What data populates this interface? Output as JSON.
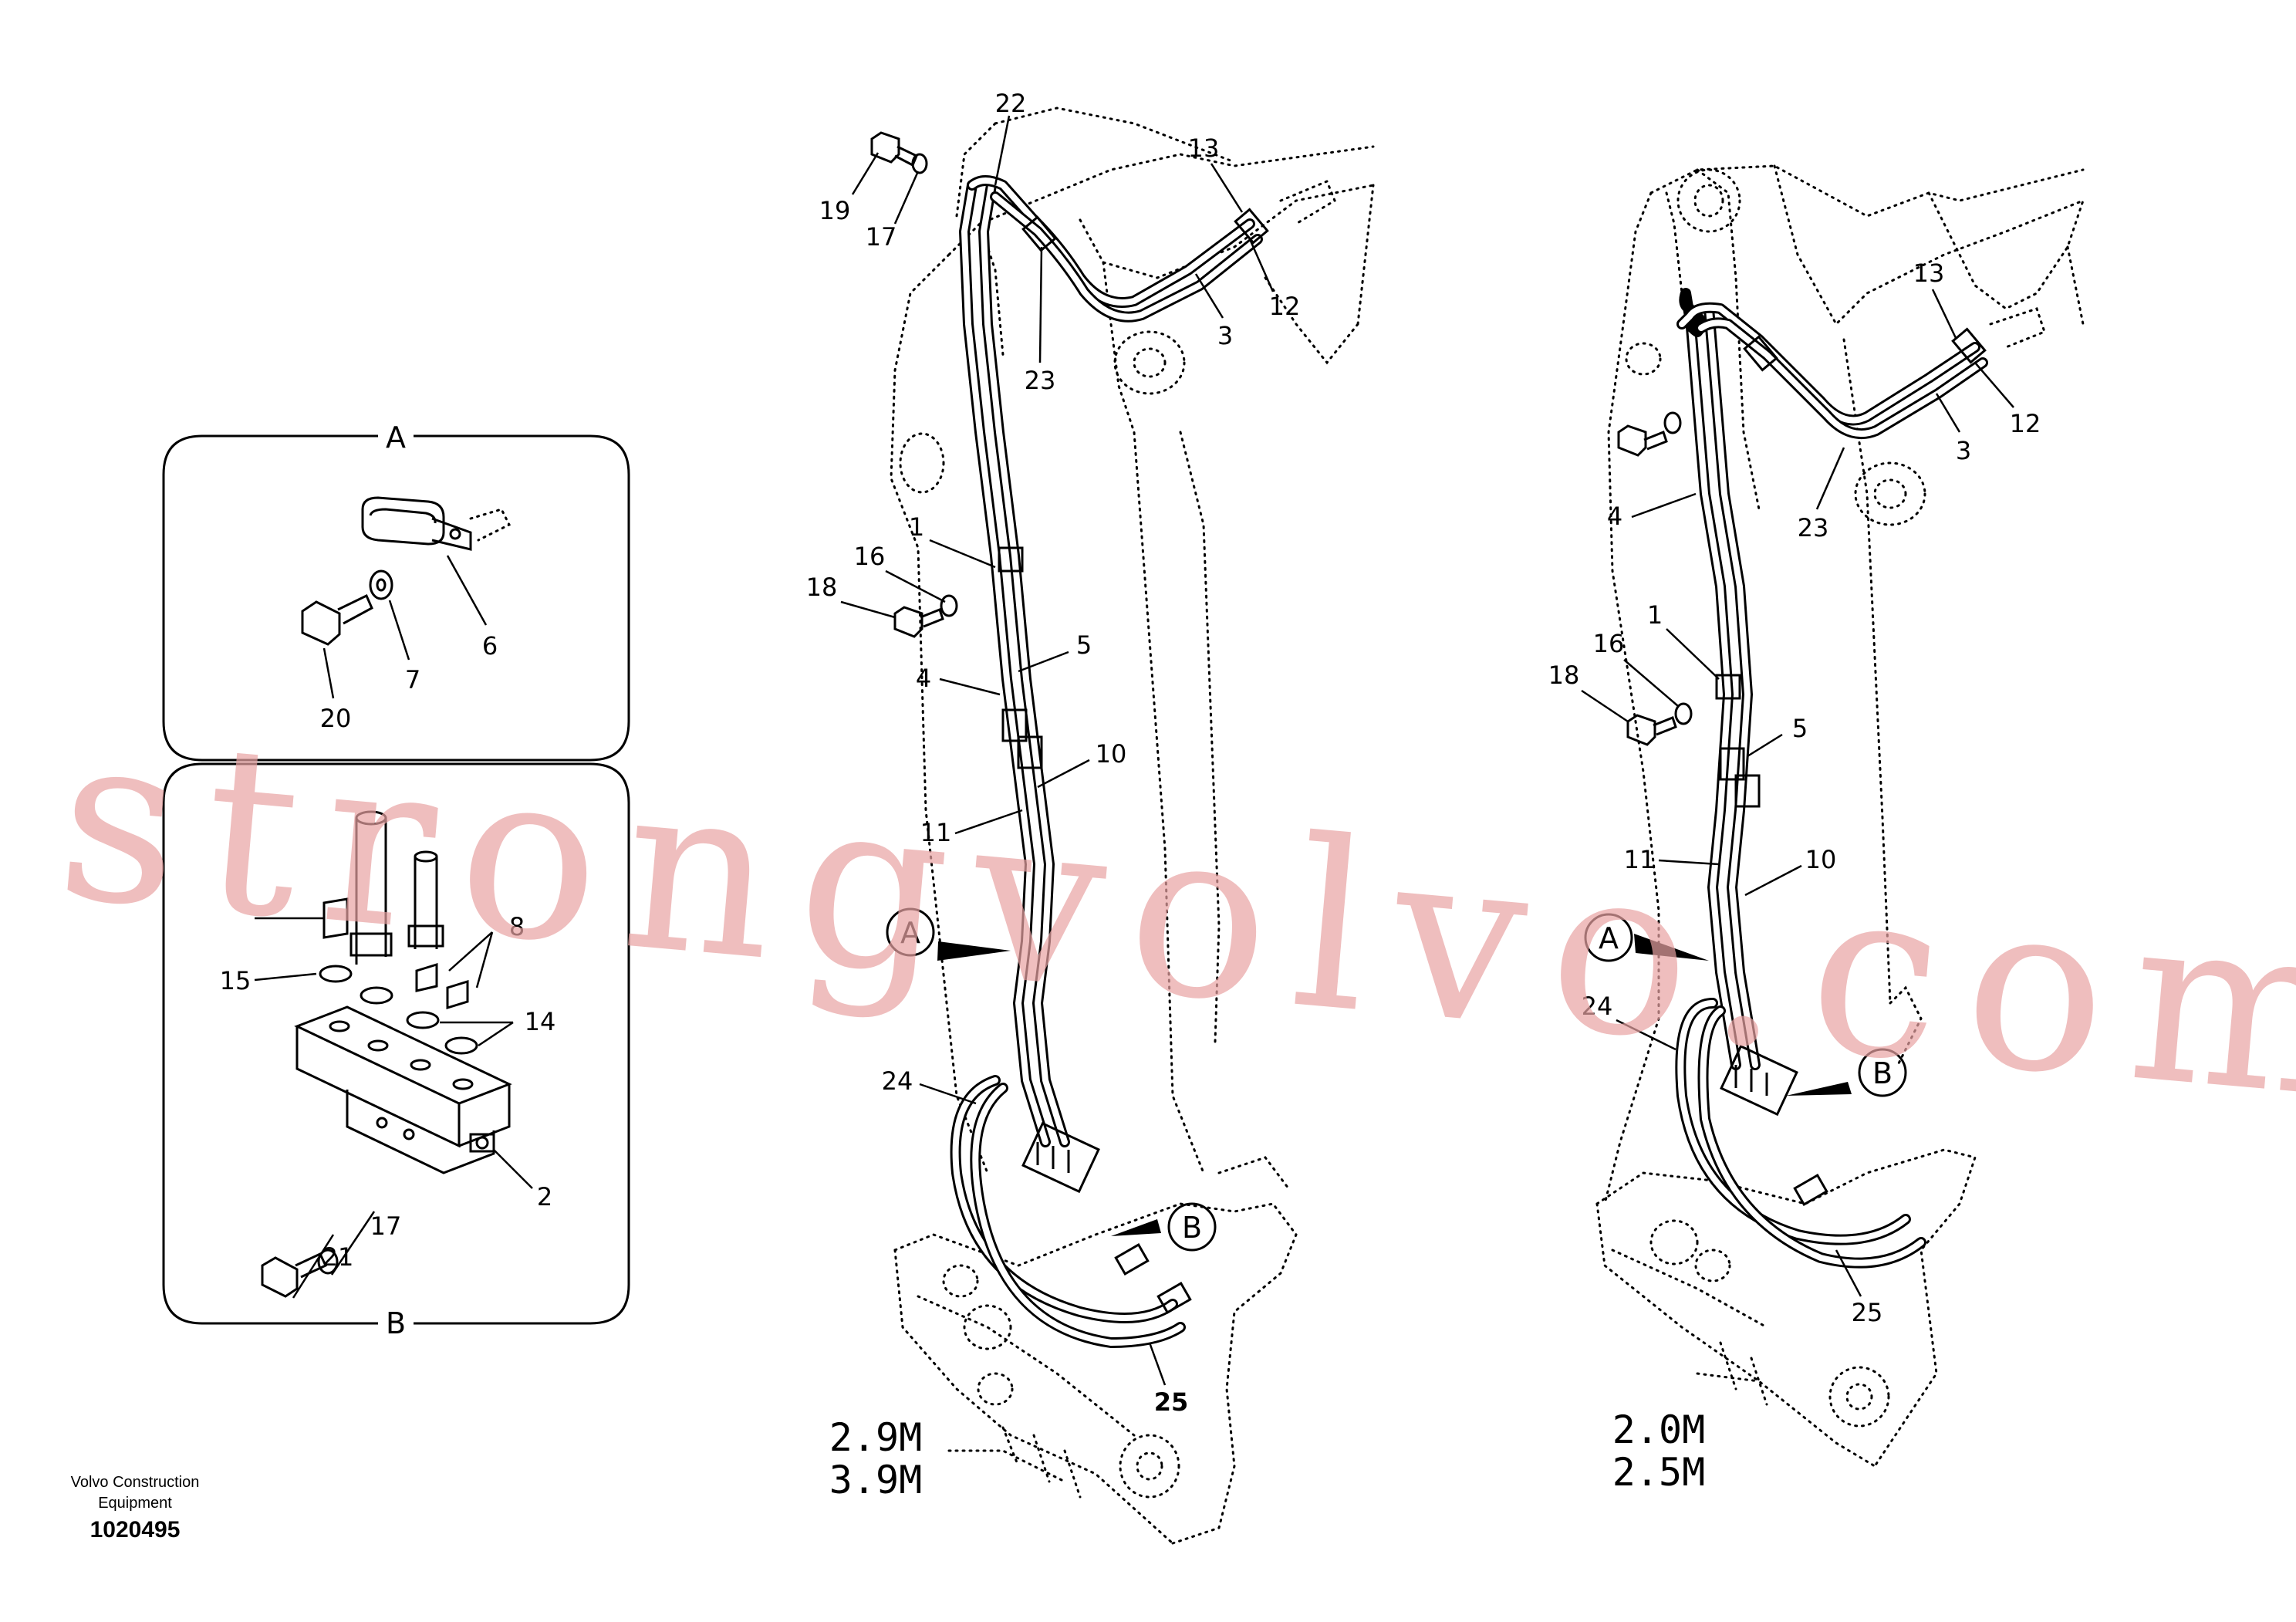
{
  "footer": {
    "company_line1": "Volvo Construction",
    "company_line2": "Equipment",
    "drawing_number": "1020495"
  },
  "detail_panels": {
    "top_title": "A",
    "bottom_title": "B"
  },
  "variants": {
    "left": {
      "line1": "2.9M",
      "line2": "3.9M"
    },
    "right": {
      "line1": "2.0M",
      "line2": "2.5M"
    }
  },
  "view_markers": {
    "a": "A",
    "b": "B"
  },
  "watermark": "strongvolvo.com",
  "callouts": {
    "detail_a": [
      "6",
      "7",
      "20"
    ],
    "detail_b": [
      "8",
      "15",
      "14",
      "2",
      "17",
      "21"
    ],
    "left_arm": [
      "22",
      "19",
      "17",
      "13",
      "12",
      "3",
      "23",
      "1",
      "16",
      "18",
      "5",
      "4",
      "10",
      "11",
      "24",
      "25"
    ],
    "right_arm": [
      "13",
      "12",
      "3",
      "23",
      "4",
      "1",
      "16",
      "18",
      "5",
      "11",
      "10",
      "24",
      "25"
    ]
  }
}
